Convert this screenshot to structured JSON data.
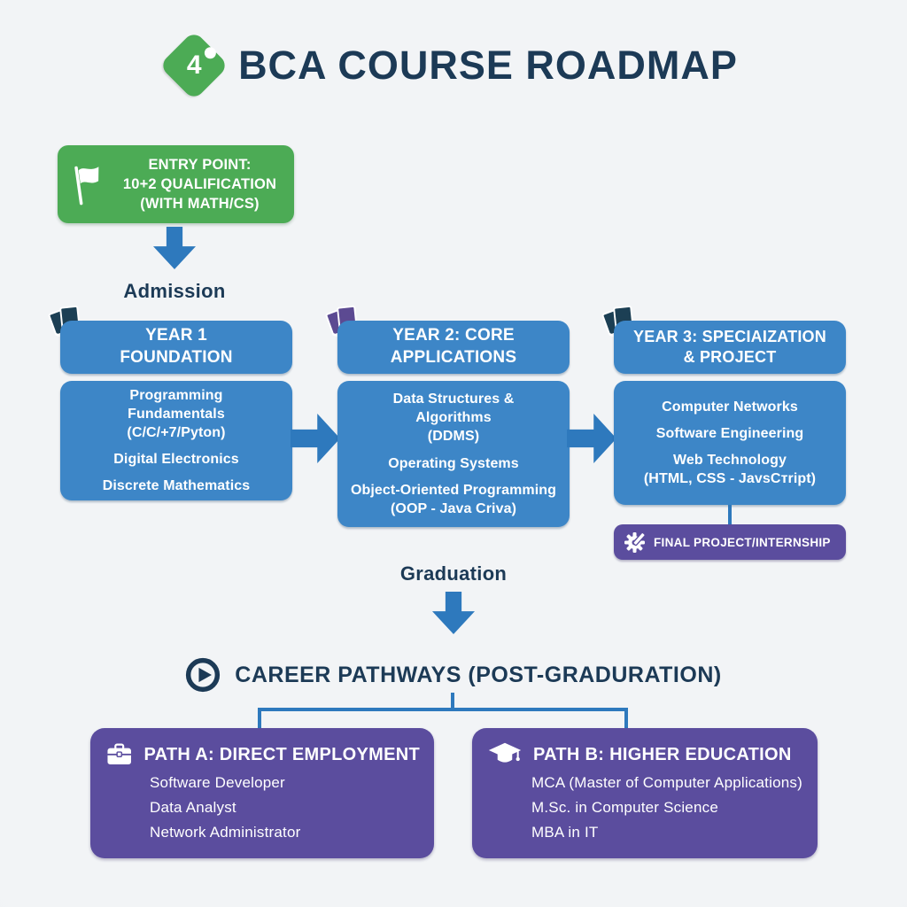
{
  "header": {
    "title": "BCA COURSE ROADMAP",
    "logo_text": "4"
  },
  "entry_point": {
    "text": "ENTRY POINT:\n10+2 QUALIFICATION\n(WITH MATH/CS)"
  },
  "flow_labels": {
    "admission": "Admission",
    "graduation": "Graduation"
  },
  "years": [
    {
      "title": "YEAR 1\nFOUNDATION",
      "items": [
        "Programming\nFundamentals\n(C/C/+7/Pyton)",
        "Digital Electronics",
        "Discrete Mathematics"
      ]
    },
    {
      "title": "YEAR 2: CORE\nAPPLICATIONS",
      "items": [
        "Data Structures &\nAlgorithms\n(DDMS)",
        "Operating Systems",
        "Object-Oriented Programming\n(OOP - Java Criva)"
      ]
    },
    {
      "title": "YEAR 3: SPECIAIZATION\n& PROJECT",
      "items": [
        "Computer Networks",
        "Software Engineering",
        "Web Technology\n(HTML, CSS - JavsCтript)"
      ]
    }
  ],
  "final_project": {
    "label": "FINAL PROJECT/INTERNSHIP"
  },
  "career": {
    "heading": "CAREER PATHWAYS (POST-GRADURATION)",
    "paths": [
      {
        "title": "PATH A: DIRECT EMPLOYMENT",
        "items": [
          "Software Developer",
          "Data Analyst",
          "Network Administrator"
        ]
      },
      {
        "title": "PATH B: HIGHER EDUCATION",
        "items": [
          "MCA (Master of Computer Applications)",
          "M.Sc. in Computer Science",
          "MBA in IT"
        ]
      }
    ]
  },
  "colors": {
    "background": "#eff1f3",
    "navy": "#1c3a56",
    "green": "#4cab55",
    "blue": "#3d86c7",
    "arrow_blue": "#2e79bd",
    "purple": "#5b4d9e"
  }
}
